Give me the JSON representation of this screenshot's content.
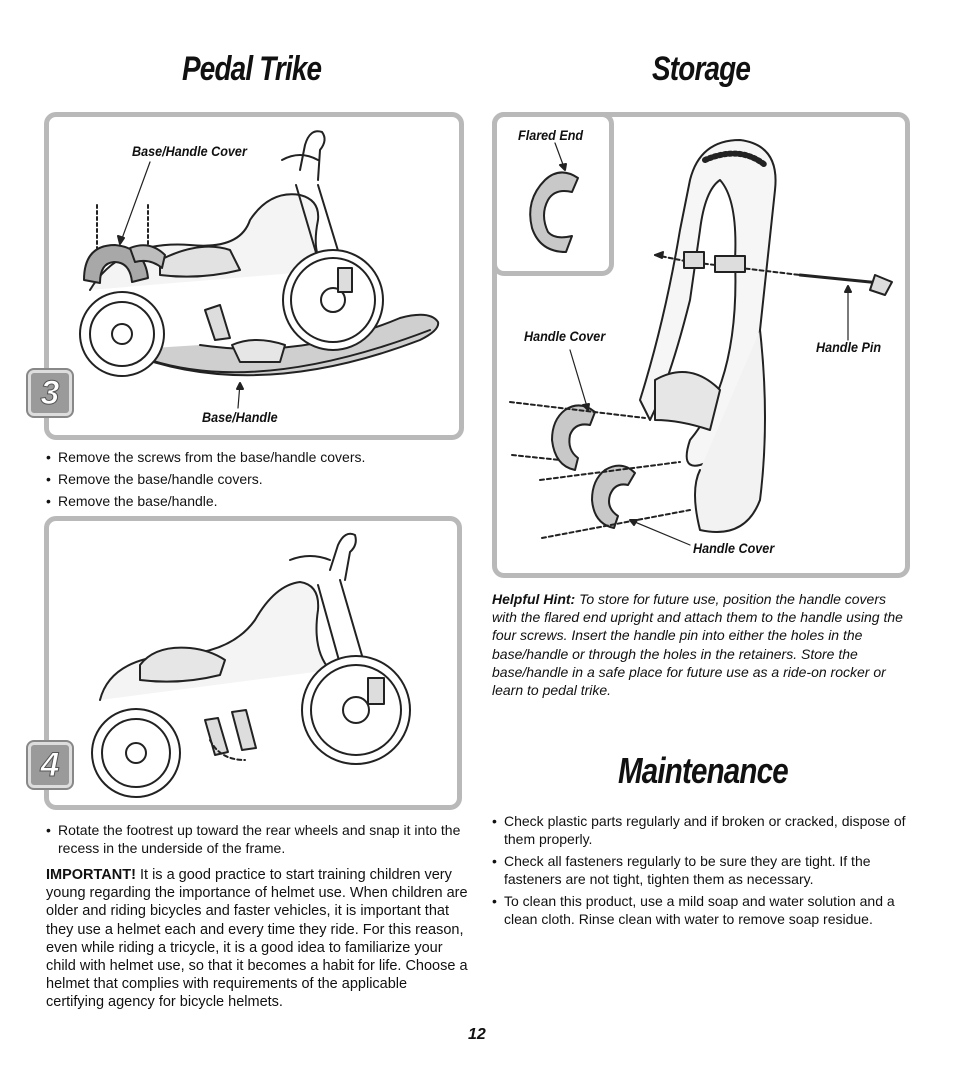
{
  "headings": {
    "pedal_trike": "Pedal Trike",
    "storage": "Storage",
    "maintenance": "Maintenance"
  },
  "steps": {
    "three": "3",
    "four": "4"
  },
  "step3": {
    "callouts": {
      "cover": "Base/Handle Cover",
      "base": "Base/Handle"
    },
    "bullets": [
      "Remove the screws from the base/handle covers.",
      "Remove the base/handle covers.",
      "Remove the base/handle."
    ]
  },
  "step4": {
    "bullets": [
      "Rotate the footrest up toward the rear wheels and snap it into the recess in the underside of the frame."
    ],
    "important_label": "IMPORTANT!",
    "important_text": "It is a good practice to start training children very young regarding the importance of helmet use. When children are older and riding bicycles and faster vehicles, it is important that they use a helmet each and every time they ride. For this reason, even while riding a tricycle, it is a good idea to familiarize your child with helmet use, so that it becomes a habit for life. Choose a helmet that complies with requirements of the applicable certifying agency for bicycle helmets."
  },
  "storage": {
    "callouts": {
      "flared_end": "Flared End",
      "handle_cover_top": "Handle Cover",
      "handle_pin": "Handle Pin",
      "handle_cover_bottom": "Handle Cover"
    },
    "hint_label": "Helpful Hint:",
    "hint_text": "To store for future use, position the handle covers with the flared end upright and attach them to the handle using the four screws. Insert the handle pin into either the holes in the base/handle or through the holes in the retainers. Store the base/handle in a safe place for future use as a ride-on rocker or learn to pedal trike."
  },
  "maintenance": {
    "bullets": [
      "Check plastic parts regularly and if broken or cracked, dispose of them properly.",
      "Check all fasteners regularly to be sure they are tight. If the fasteners are not tight, tighten them as necessary.",
      "To clean this product, use a mild soap and water solution and a clean cloth. Rinse clean with water to remove soap residue."
    ]
  },
  "page_number": "12"
}
